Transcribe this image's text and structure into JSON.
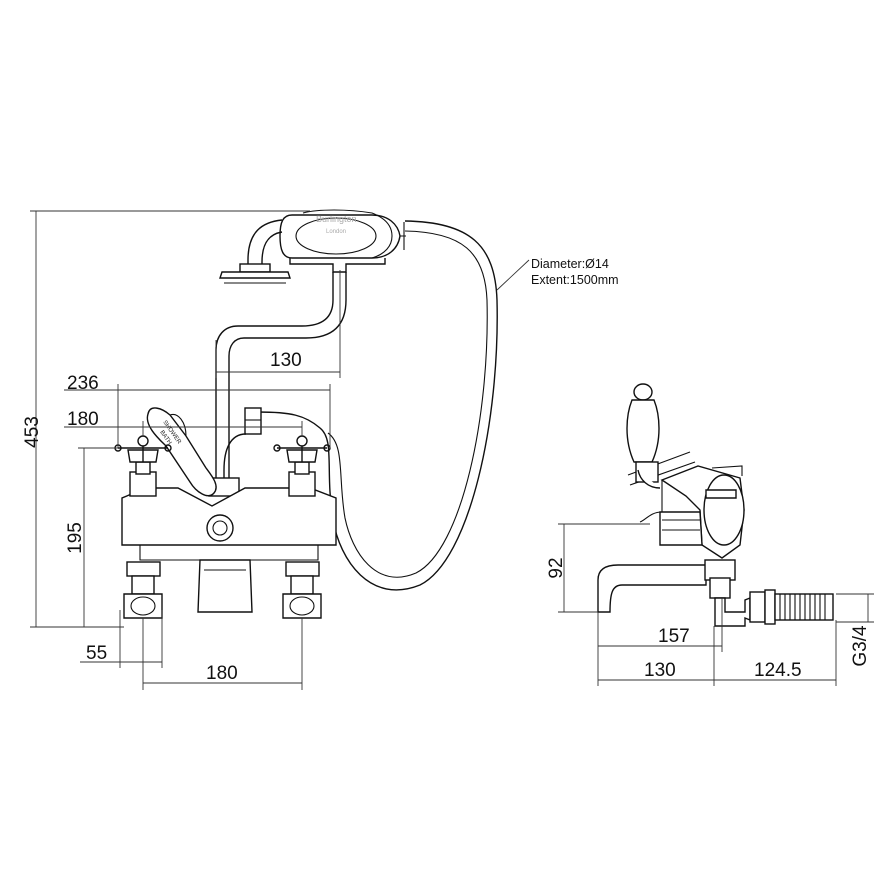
{
  "brand": {
    "name": "Burlington",
    "sub": "London"
  },
  "handle_label": {
    "line1": "SHOWER",
    "line2": "BATH"
  },
  "hose_note": {
    "diameter": "Diameter:Ø14",
    "extent": "Extent:1500mm"
  },
  "front_view": {
    "dims": {
      "height_total": "453",
      "handset_offset": "130",
      "width_outer": "236",
      "width_inner": "180",
      "body_height": "195",
      "leg_width": "55",
      "centres": "180"
    }
  },
  "side_view": {
    "dims": {
      "spout_height": "92",
      "spout_reach": "157",
      "body_depth": "130",
      "tail_length": "124.5",
      "thread": "G3/4"
    }
  }
}
